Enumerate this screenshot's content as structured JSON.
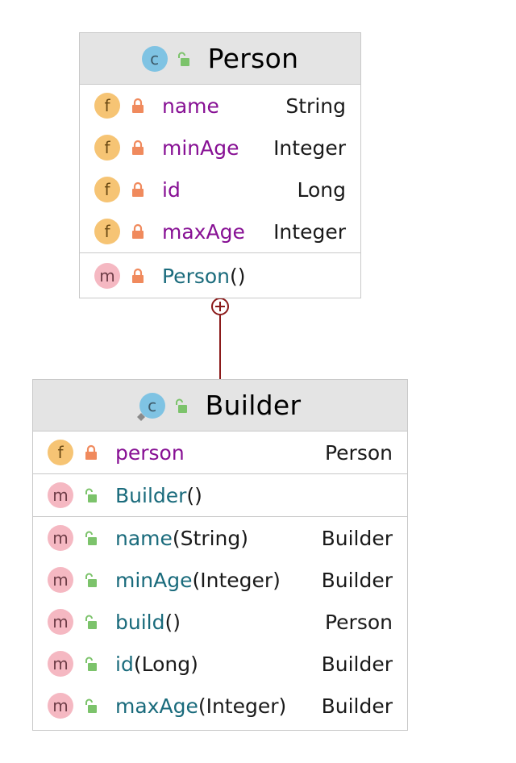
{
  "colors": {
    "header_bg": "#e4e4e4",
    "border": "#c9c9c9",
    "field_name": "#871094",
    "method_name": "#1a6b7c",
    "connector": "#8b1a1a",
    "private_lock": "#f08a5d",
    "public_lock": "#7cc36b"
  },
  "person": {
    "kind_letter": "c",
    "title": "Person",
    "fields": [
      {
        "letter": "f",
        "name": "name",
        "type": "String"
      },
      {
        "letter": "f",
        "name": "minAge",
        "type": "Integer"
      },
      {
        "letter": "f",
        "name": "id",
        "type": "Long"
      },
      {
        "letter": "f",
        "name": "maxAge",
        "type": "Integer"
      }
    ],
    "methods": [
      {
        "letter": "m",
        "name": "Person",
        "params": "()"
      }
    ]
  },
  "builder": {
    "kind_letter": "c",
    "title": "Builder",
    "fields": [
      {
        "letter": "f",
        "name": "person",
        "type": "Person"
      }
    ],
    "constructors": [
      {
        "letter": "m",
        "name": "Builder",
        "params": "()"
      }
    ],
    "methods": [
      {
        "letter": "m",
        "name": "name",
        "params": "(String)",
        "type": "Builder"
      },
      {
        "letter": "m",
        "name": "minAge",
        "params": "(Integer)",
        "type": "Builder"
      },
      {
        "letter": "m",
        "name": "build",
        "params": "()",
        "type": "Person"
      },
      {
        "letter": "m",
        "name": "id",
        "params": "(Long)",
        "type": "Builder"
      },
      {
        "letter": "m",
        "name": "maxAge",
        "params": "(Integer)",
        "type": "Builder"
      }
    ]
  }
}
